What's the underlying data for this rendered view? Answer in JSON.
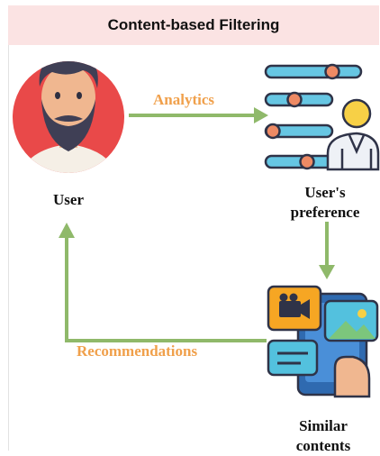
{
  "header": {
    "title": "Content-based Filtering"
  },
  "nodes": {
    "user": "User",
    "preference": "User's preference",
    "similar": "Similar contents"
  },
  "edges": {
    "analytics": "Analytics",
    "recommendations": "Recommendations"
  },
  "colors": {
    "header_bg": "#fbe3e3",
    "arrow": "#8fb96a",
    "edge_label": "#f0a04b",
    "avatar_bg": "#e94949",
    "slider": "#66c6e3"
  },
  "icons": [
    "user-avatar-icon",
    "preference-sliders-icon",
    "similar-content-icon"
  ]
}
